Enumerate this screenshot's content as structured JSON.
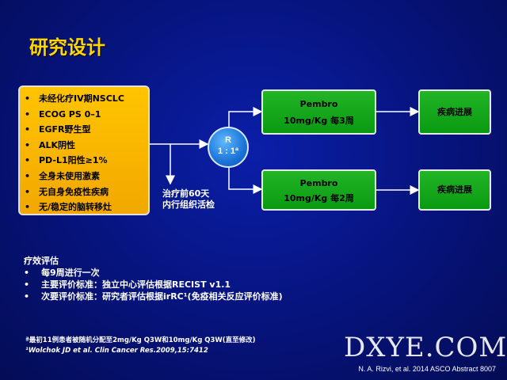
{
  "title": "研究设计",
  "criteria": [
    "未经化疗IV期NSCLC",
    "ECOG PS 0–1",
    "EGFR野生型",
    "ALK阴性",
    "PD-L1阳性≥1%",
    "全身未使用激素",
    "无自身免疫性疾病",
    "无/稳定的脑转移灶"
  ],
  "bullet": "•",
  "randomization": {
    "line1": "R",
    "line2": "1 : 1ª"
  },
  "arms": [
    {
      "drug": "Pembro",
      "dose": "10mg/Kg 每3周",
      "outcome": "疾病进展"
    },
    {
      "drug": "Pembro",
      "dose": "10mg/Kg 每2周",
      "outcome": "疾病进展"
    }
  ],
  "biopsy": {
    "line1": "治疗前60天",
    "line2": "内行组织活检"
  },
  "assessment": {
    "heading": "疗效评估",
    "items": [
      "每9周进行一次",
      "主要评价标准：独立中心评估根据RECIST v1.1",
      "次要评价标准：研究者评估根据irRC¹(免疫相关反应评价标准)"
    ]
  },
  "footnotes": {
    "a": "ª最初11例患者被随机分配至2mg/Kg Q3W和10mg/Kg Q3W(直至修改)",
    "b": "¹Wolchok JD et al. Clin Cancer Res.2009,15:7412"
  },
  "watermark": "DXYE.COM",
  "source": "N. A. Rizvi, et al. 2014 ASCO Abstract  8007",
  "colors": {
    "title": "#ffd700",
    "criteria_box": "#ffc400",
    "arm_box": "#11a816",
    "randomization": "#1c74d8",
    "background": "#06137a"
  }
}
